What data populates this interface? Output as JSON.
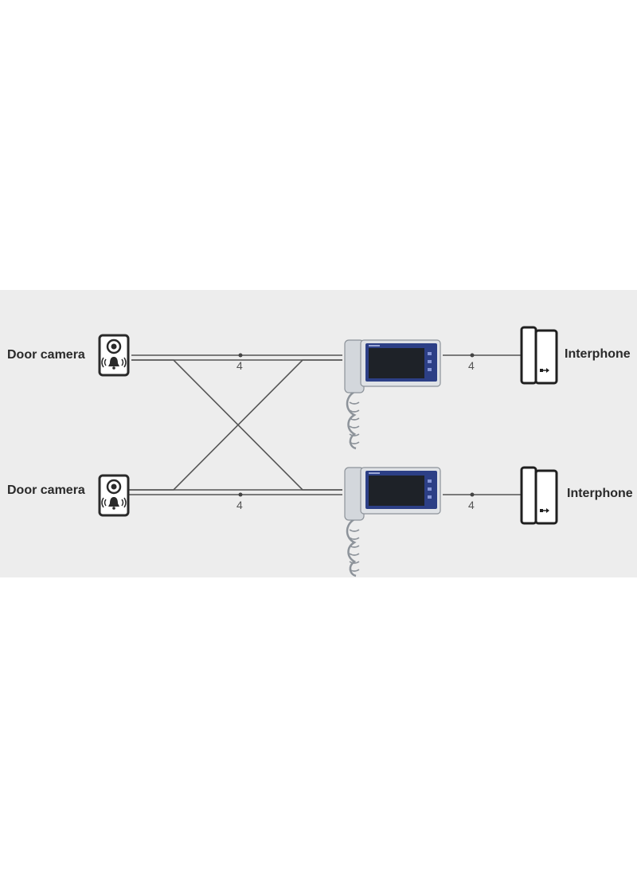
{
  "labels": {
    "door_camera_top": "Door camera",
    "door_camera_bottom": "Door camera",
    "interphone_top": "Interphone",
    "interphone_bottom": "Interphone"
  },
  "wire_counts": {
    "top_left": "4",
    "top_right": "4",
    "bottom_left": "4",
    "bottom_right": "4"
  },
  "colors": {
    "panel_background": "#ededed",
    "monitor_bezel": "#2c3f86",
    "monitor_screen": "#1e2228",
    "monitor_body": "#dfe2e6",
    "wire": "#555555"
  },
  "icons": {
    "door_camera": "door-camera-icon",
    "monitor": "video-monitor-icon",
    "interphone": "interphone-icon"
  }
}
